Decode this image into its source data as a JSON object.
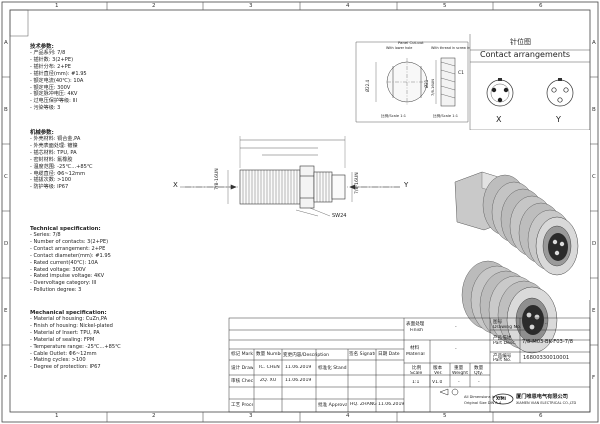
{
  "ruler": {
    "columns": [
      "1",
      "2",
      "3",
      "4",
      "5",
      "6"
    ],
    "rows": [
      "A",
      "B",
      "C",
      "D",
      "E",
      "F"
    ]
  },
  "spec_cn": {
    "title": "技术参数:",
    "items": [
      "- 产品系列: 7/8",
      "- 插针数: 3(2+PE)",
      "- 插针分布: 2+PE",
      "- 插针直径(mm): #1.95",
      "- 额定电流(40℃): 10A",
      "- 额定电压: 300V",
      "- 额定脉冲电压: 4KV",
      "- 过电压保护等级: III",
      "- 污染等级: 3"
    ]
  },
  "mech_cn": {
    "title": "机械参数:",
    "items": [
      "- 外壳材料: 铜合金,PA",
      "- 外壳表面处理: 镀镍",
      "- 插芯材料: TPU, PA",
      "- 密封材料: 氟橡胶",
      "- 温度范围: -25℃...+85℃",
      "- 电缆直径: Φ6~12mm",
      "- 插拔次数: >100",
      "- 防护等级: IP67"
    ]
  },
  "spec_en": {
    "title": "Technical specification:",
    "items": [
      "- Series: 7/8",
      "- Number of contacts: 3(2+PE)",
      "- Contact arrangement: 2+PE",
      "- Contact diameter(mm): #1.95",
      "- Rated current(40℃): 10A",
      "- Rated voltage: 300V",
      "- Rated impulse voltage: 4KV",
      "- Overvoltage category: III",
      "- Pollution degree: 3"
    ]
  },
  "mech_en": {
    "title": "Mechanical specification:",
    "items": [
      "- Material of housing: CuZn,PA",
      "- Finish of housing: Nickel-plated",
      "- Material of Insert: TPU, PA",
      "- Material of sealing: FPM",
      "- Temperature range: -25℃...+85℃",
      "- Cable Outlet: Φ6~12mm",
      "- Mating cycles: >100",
      "- Degree of protection: IP67"
    ]
  },
  "drawing": {
    "label_x": "X",
    "label_y": "Y",
    "dim_side": "7/8-16UN",
    "dim_nut": "SW24",
    "panel_title": "Panel Cut-out",
    "panel_left": "With lower hole",
    "panel_right": "With thread in screw in",
    "dim_dia": "Ø22.4",
    "dim_cut": "Ø21",
    "dim_thread": "7/8-16UN",
    "scale_left": "比例/Scale 1:1",
    "scale_right": "比例/Scale 1:1",
    "c1": "C1"
  },
  "contact": {
    "title_cn": "针位图",
    "title_en": "Contact arrangements",
    "label_x": "X",
    "label_y": "Y"
  },
  "title_block": {
    "finish_cn": "表面处理",
    "finish_en": "Finish",
    "finish_val": "-",
    "material_cn": "材料",
    "material_en": "Material",
    "material_val": "-",
    "drawing_no_cn": "图号",
    "drawing_no_en": "Drawing No.",
    "drawing_no_val": "-",
    "part_desc_cn": "产品描述",
    "part_desc_en": "Part Desc.",
    "part_desc_val": "7/8-M03-BK-F03-7/8",
    "part_no_cn": "产品编号",
    "part_no_en": "Part No.",
    "part_no_val": "16800330010001",
    "hdr_mark": "标记 Mark",
    "hdr_number": "数量 Number",
    "hdr_description": "变更内容/Description",
    "hdr_sign": "签名 Signature",
    "hdr_date": "日期 Date",
    "drawn_label": "设计 Drawn",
    "drawn_name": "TC. CHEN",
    "drawn_date": "11.06.2019",
    "std_label": "标准化 Stand",
    "checked_label": "审核 Checked",
    "checked_name": "ZQ. XU",
    "checked_date": "11.06.2019",
    "process_label": "工艺 Process",
    "approval_label": "批准 Approval",
    "approval_name": "HQ. ZHANG",
    "approval_date": "11.06.2019",
    "scale_cn": "比例",
    "scale_en": "Scale",
    "scale_val": "1:1",
    "version_cn": "版本",
    "version_en": "Ver.",
    "version_val": "V1.0",
    "weight_cn": "重量",
    "weight_en": "Weight",
    "weight_val": "-",
    "qty_cn": "数量",
    "qty_en": "Qty.",
    "qty_val": "-",
    "dim_note1": "All Dimensions in mm",
    "dim_note2": "Original Size DIN A 4",
    "company_logo": "XIMI",
    "company_cn": "厦门唯恩电气有限公司",
    "company_en": "XIAMEN VIAN ELECTRICAL CO.,LTD"
  }
}
